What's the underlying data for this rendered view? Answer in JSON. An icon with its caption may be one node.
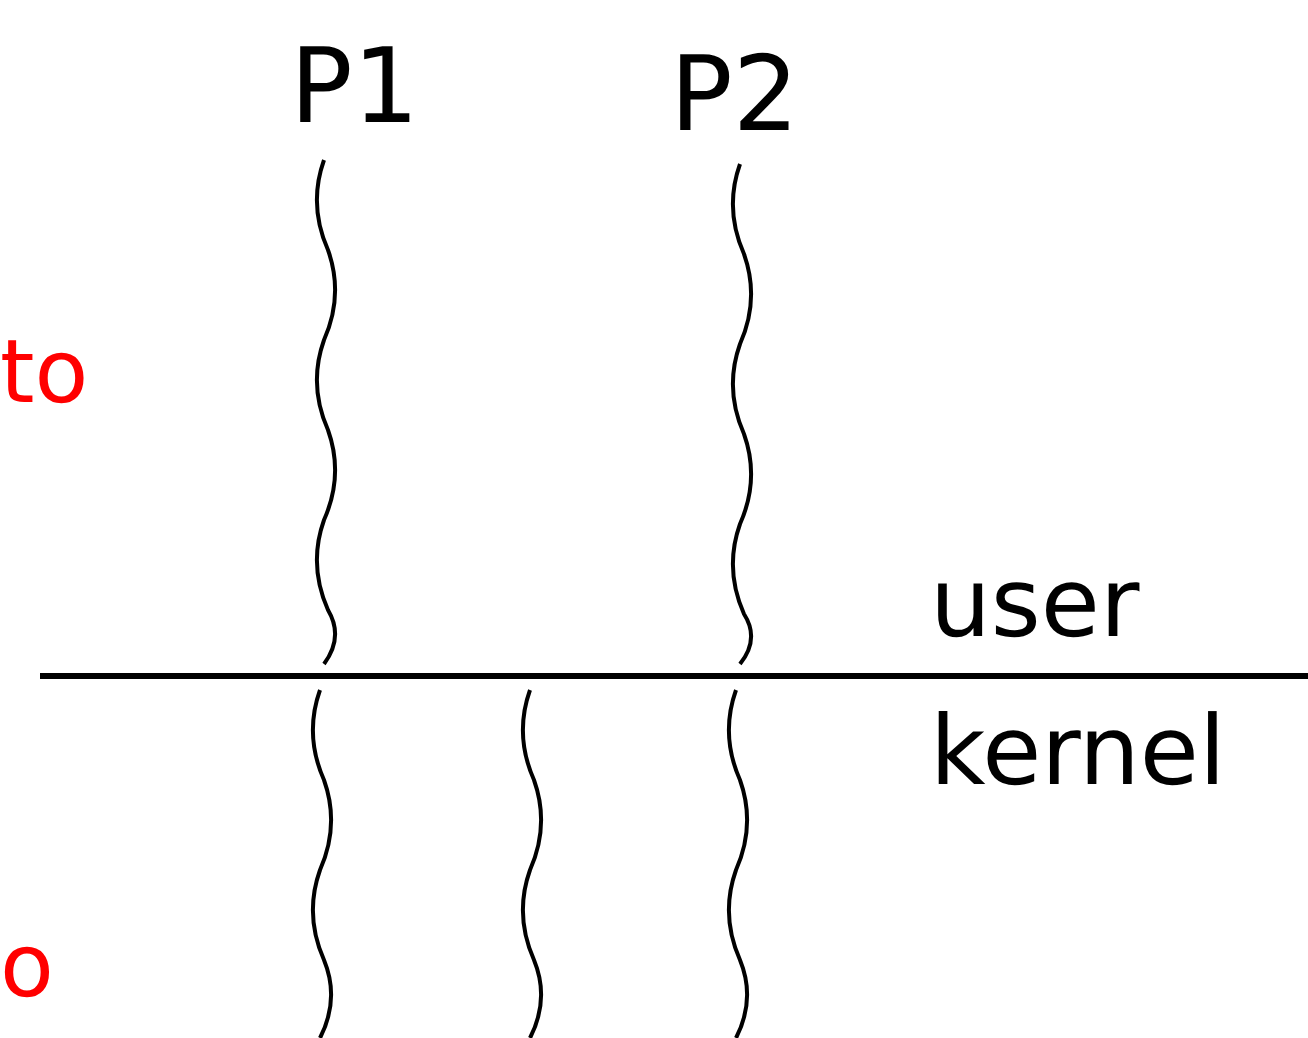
{
  "diagram": {
    "labels": [
      "P1",
      "P2",
      "to",
      "user",
      "kernel",
      "o"
    ]
  }
}
